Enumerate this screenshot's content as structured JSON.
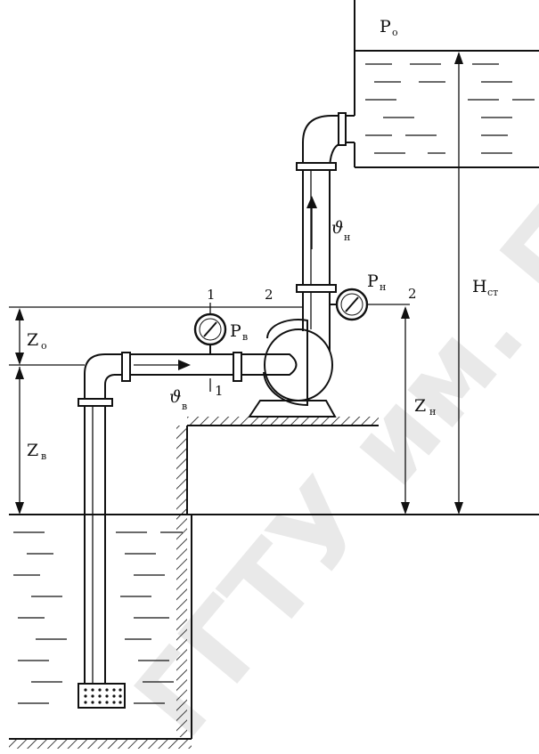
{
  "watermark": "ГГТУ им. П.О. Сухого",
  "labels": {
    "p0": {
      "main": "P",
      "sub": "o"
    },
    "hst": {
      "main": "H",
      "sub": "ст"
    },
    "v_n": {
      "main": "ϑ",
      "sub": "н"
    },
    "v_v": {
      "main": "ϑ",
      "sub": "в"
    },
    "p_n": {
      "main": "P",
      "sub": "н"
    },
    "p_v": {
      "main": "P",
      "sub": "в"
    },
    "z0": {
      "main": "Z",
      "sub": "o"
    },
    "zv": {
      "main": "Z",
      "sub": "в"
    },
    "zn": {
      "main": "Z",
      "sub": "н"
    },
    "sec1_top": "1",
    "sec1_bot": "1",
    "sec2_left": "2",
    "sec2_right": "2"
  }
}
